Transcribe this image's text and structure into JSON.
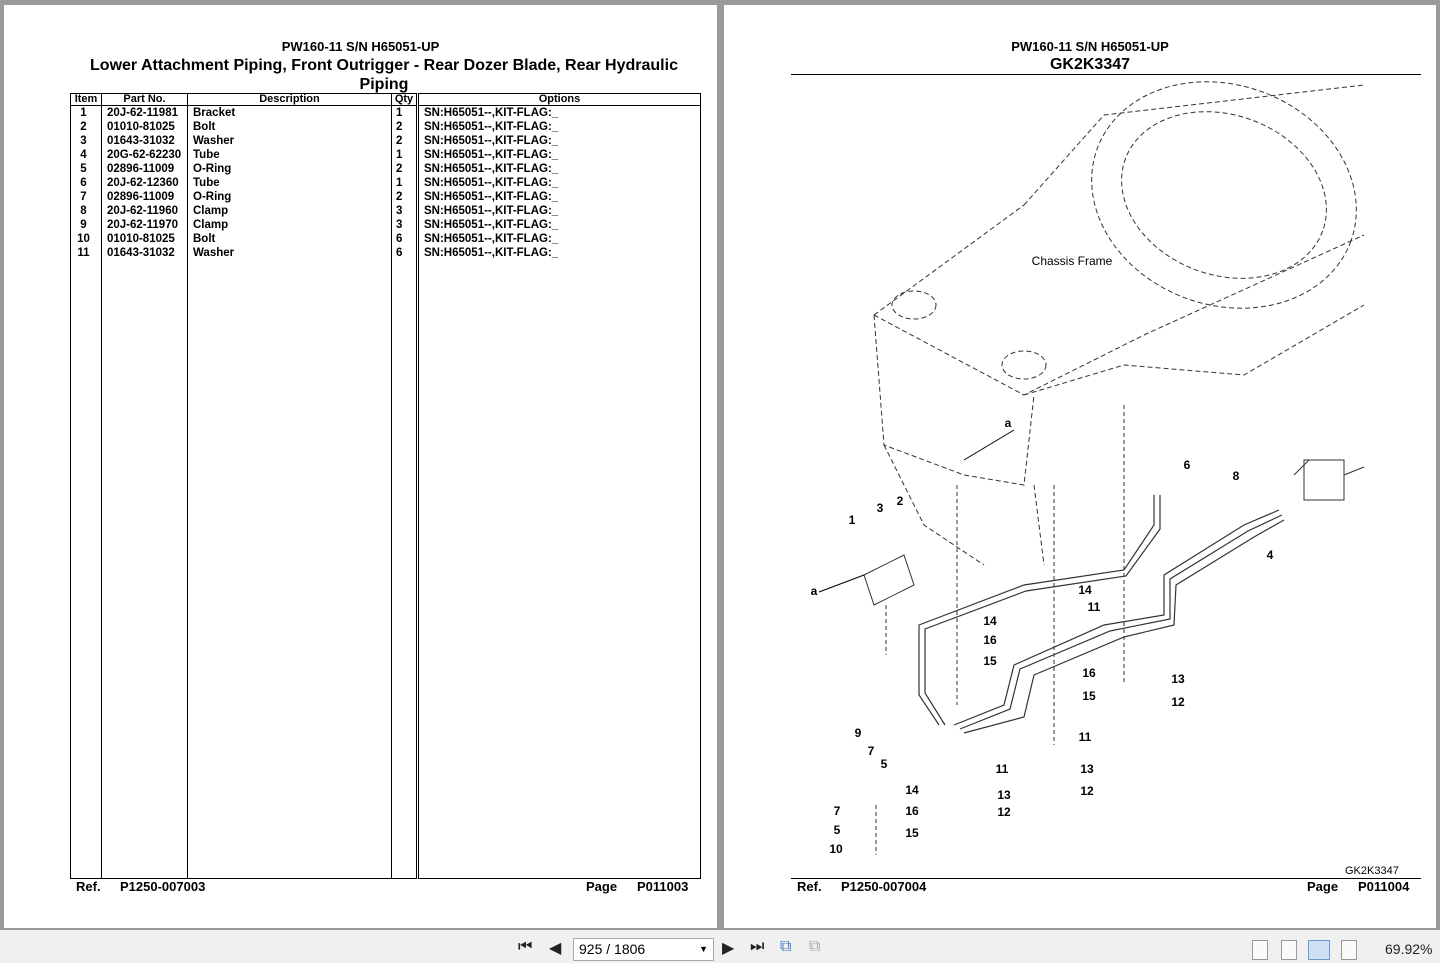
{
  "left_page": {
    "model": "PW160-11 S/N H65051-UP",
    "title": "Lower Attachment Piping, Front Outrigger - Rear Dozer Blade, Rear Hydraulic Piping",
    "columns": [
      "Item",
      "Part No.",
      "Description",
      "Qty",
      "Options"
    ],
    "rows": [
      [
        "1",
        "20J-62-11981",
        "Bracket",
        "1",
        "SN:H65051--,KIT-FLAG:_"
      ],
      [
        "2",
        "01010-81025",
        "Bolt",
        "2",
        "SN:H65051--,KIT-FLAG:_"
      ],
      [
        "3",
        "01643-31032",
        "Washer",
        "2",
        "SN:H65051--,KIT-FLAG:_"
      ],
      [
        "4",
        "20G-62-62230",
        "Tube",
        "1",
        "SN:H65051--,KIT-FLAG:_"
      ],
      [
        "5",
        "02896-11009",
        "O-Ring",
        "2",
        "SN:H65051--,KIT-FLAG:_"
      ],
      [
        "6",
        "20J-62-12360",
        "Tube",
        "1",
        "SN:H65051--,KIT-FLAG:_"
      ],
      [
        "7",
        "02896-11009",
        "O-Ring",
        "2",
        "SN:H65051--,KIT-FLAG:_"
      ],
      [
        "8",
        "20J-62-11960",
        "Clamp",
        "3",
        "SN:H65051--,KIT-FLAG:_"
      ],
      [
        "9",
        "20J-62-11970",
        "Clamp",
        "3",
        "SN:H65051--,KIT-FLAG:_"
      ],
      [
        "10",
        "01010-81025",
        "Bolt",
        "6",
        "SN:H65051--,KIT-FLAG:_"
      ],
      [
        "11",
        "01643-31032",
        "Washer",
        "6",
        "SN:H65051--,KIT-FLAG:_"
      ]
    ],
    "ref_label": "Ref.",
    "ref": "P1250-007003",
    "page_label": "Page",
    "page": "P011003"
  },
  "right_page": {
    "model": "PW160-11 S/N H65051-UP",
    "title": "GK2K3347",
    "diagram_id": "GK2K3347",
    "chassis_label": "Chassis Frame",
    "callouts": [
      "6",
      "8",
      "4",
      "1",
      "3",
      "2",
      "a",
      "a",
      "14",
      "11",
      "14",
      "16",
      "15",
      "16",
      "15",
      "13",
      "12",
      "11",
      "13",
      "12",
      "9",
      "7",
      "5",
      "11",
      "14",
      "13",
      "16",
      "12",
      "15",
      "7",
      "5",
      "10"
    ],
    "ref_label": "Ref.",
    "ref": "P1250-007004",
    "page_label": "Page",
    "page": "P011004"
  },
  "toolbar": {
    "page_value": "925 / 1806",
    "zoom": "69.92%"
  }
}
